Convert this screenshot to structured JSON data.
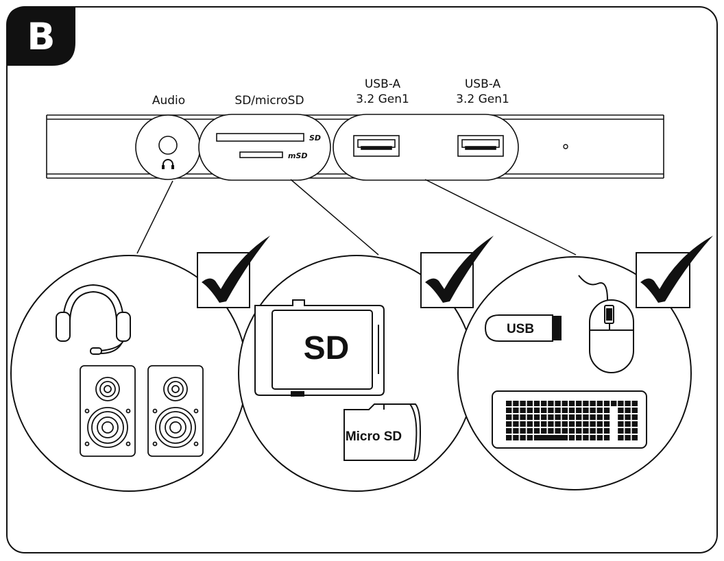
{
  "panel": {
    "badge": "B"
  },
  "ports": {
    "audio_label": "Audio",
    "card_label": "SD/microSD",
    "usb1_line1": "USB-A",
    "usb1_line2": "3.2 Gen1",
    "usb2_line1": "USB-A",
    "usb2_line2": "3.2 Gen1",
    "slot_sd_mark": "SD",
    "slot_msd_mark": "mSD"
  },
  "devices": {
    "sd_card_text": "SD",
    "microsd_card_text": "Micro SD",
    "usb_stick_text": "USB"
  },
  "icons": {
    "check": "checkmark-icon",
    "headphone": "headphone-icon",
    "headset": "headset-icon",
    "speaker": "speaker-icon",
    "mouse": "mouse-icon",
    "keyboard": "keyboard-icon"
  },
  "colors": {
    "ink": "#111111",
    "background": "#ffffff"
  }
}
